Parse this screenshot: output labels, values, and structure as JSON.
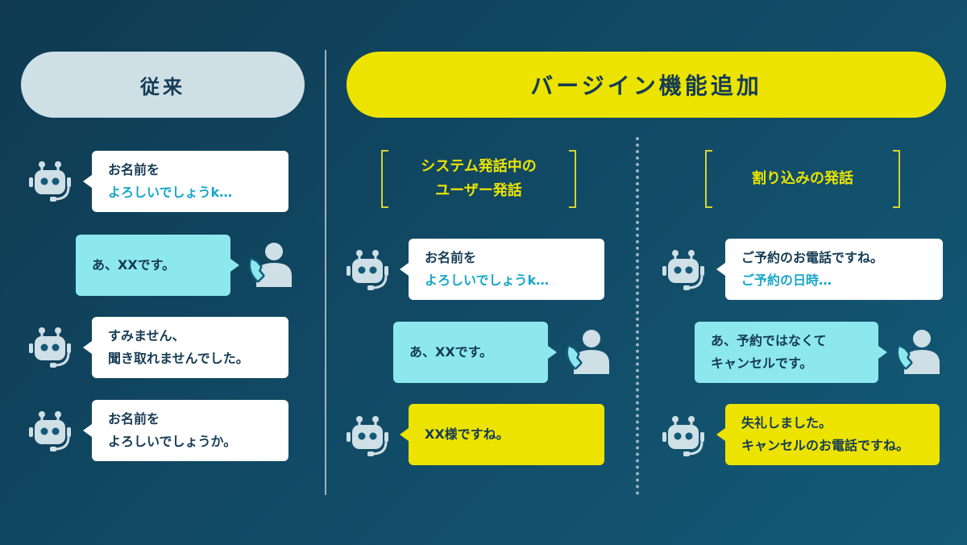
{
  "headers": {
    "conventional": "従来",
    "barge_in": "バージイン機能追加"
  },
  "subheaders": {
    "user_speech_line1": "システム発話中の",
    "user_speech_line2": "ユーザー発話",
    "interrupt": "割り込みの発話"
  },
  "left": {
    "b1_line1": "お名前を",
    "b1_line2": "よろしいでしょうk…",
    "b2": "あ、XXです。",
    "b3_line1": "すみません、",
    "b3_line2": "聞き取れませんでした。",
    "b4_line1": "お名前を",
    "b4_line2": "よろしいでしょうか。"
  },
  "middle": {
    "b1_line1": "お名前を",
    "b1_line2": "よろしいでしょうk…",
    "b2": "あ、XXです。",
    "b3": "XX様ですね。"
  },
  "right": {
    "b1_line1": "ご予約のお電話ですね。",
    "b1_line2": "ご予約の日時…",
    "b2_line1": "あ、予約ではなくて",
    "b2_line2": "キャンセルです。",
    "b3_line1": "失礼しました。",
    "b3_line2": "キャンセルのお電話ですね。"
  },
  "colors": {
    "background": "#135a78",
    "accent_yellow": "#ece300",
    "bubble_cyan": "#8de8ee",
    "highlight_text": "#18a6c8",
    "icon_gray": "#cfdfe6"
  },
  "icons": {
    "bot": "robot-headset-icon",
    "user": "user-phone-icon"
  }
}
